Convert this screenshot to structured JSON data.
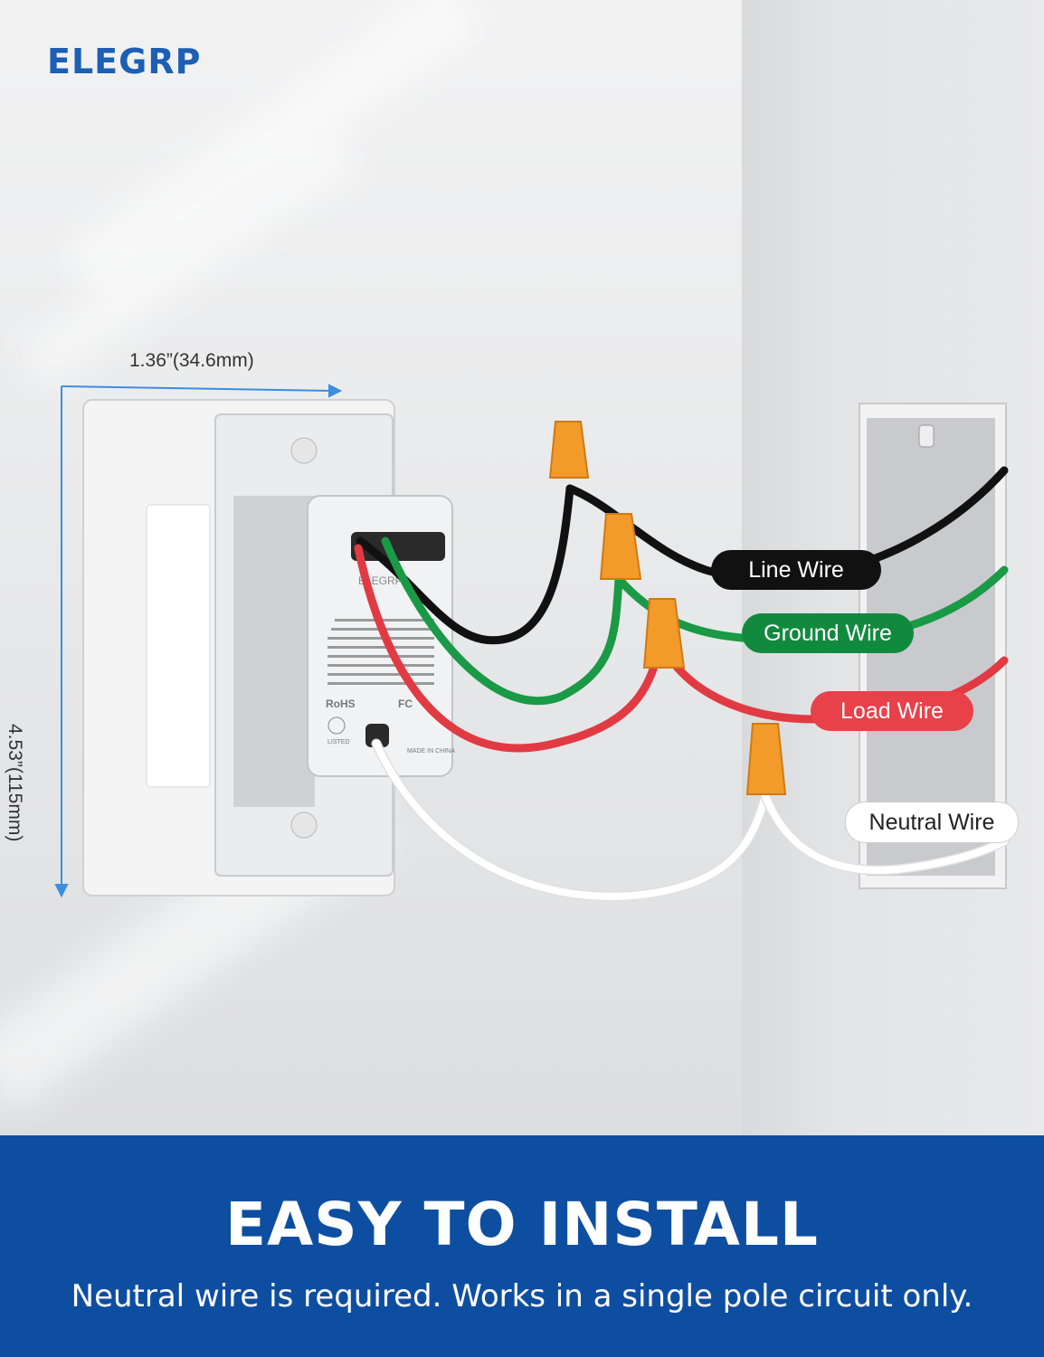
{
  "brand": {
    "logo_text": "ELEGRP",
    "logo_color": "#1c5fb4"
  },
  "dimensions": {
    "width": "1.36”(34.6mm)",
    "height": "4.53”(115mm)"
  },
  "wires": [
    {
      "label": "Line Wire",
      "color": "#111111"
    },
    {
      "label": "Ground Wire",
      "color": "#128a3e"
    },
    {
      "label": "Load Wire",
      "color": "#e8414a"
    },
    {
      "label": "Neutral Wire",
      "color": "#ffffff"
    }
  ],
  "banner": {
    "title": "EASY TO INSTALL",
    "subtitle": "Neutral wire is required. Works in a single pole circuit only.",
    "background": "#0e4ea1"
  },
  "device_label": {
    "brand": "ELEGRP",
    "rohs": "RoHS",
    "fc": "FC",
    "listed": "LISTED",
    "made_in": "MADE IN CHINA"
  }
}
